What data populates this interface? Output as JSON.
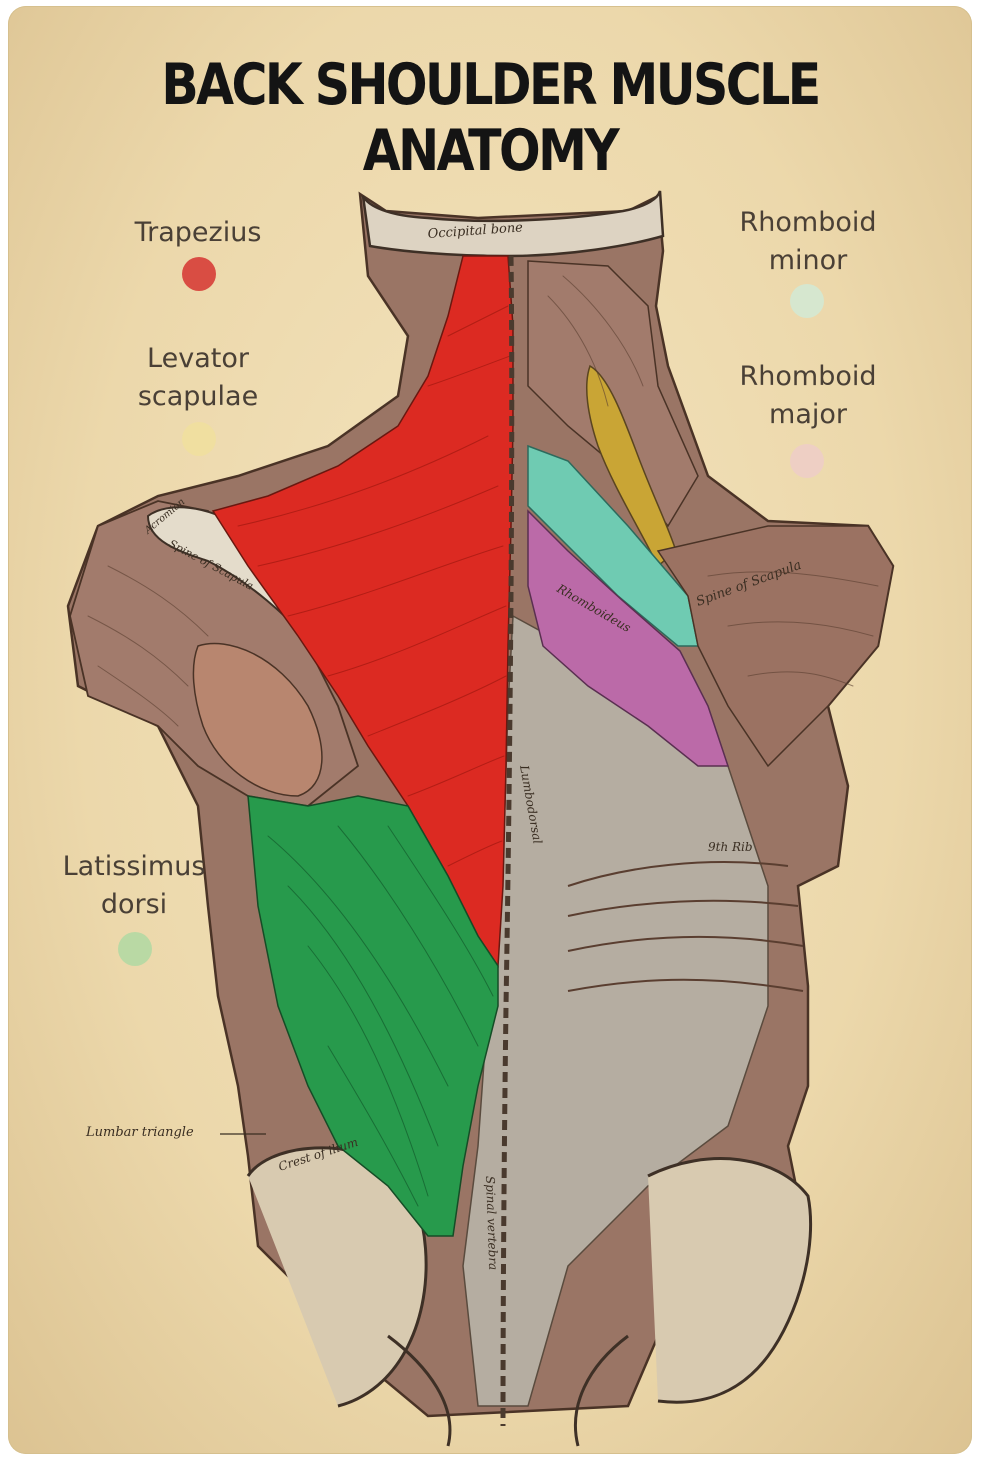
{
  "title": "BACK SHOULDER MUSCLE ANATOMY",
  "legend": [
    {
      "id": "trapezius",
      "text": "Trapezius",
      "color": "#d94d43"
    },
    {
      "id": "levator",
      "text": "Levator\nscapulae",
      "color": "#f0dfa0"
    },
    {
      "id": "latissimus",
      "text": "Latissimus\ndorsi",
      "color": "#b9d9a4"
    },
    {
      "id": "rhomboid-minor",
      "text": "Rhomboid\nminor",
      "color": "#d6e7cf"
    },
    {
      "id": "rhomboid-major",
      "text": "Rhomboid\nmajor",
      "color": "#eecfc4"
    }
  ],
  "diagram_labels": {
    "lumbar": "Lumbar triangle",
    "occipital": "Occipital bone",
    "spine_scapula": "Spine of Scapula",
    "acromion": "Acromion",
    "rhomboideus": "Rhomboideus",
    "lumbodorsal": "Lumbodorsal",
    "crest": "Crest of ilium",
    "spinal": "Spinal vertebra",
    "ribs": "9th Rib"
  },
  "colors": {
    "trapezius_fill": "#dc2a22",
    "latissimus_fill": "#279a4c",
    "levator_fill": "#c9a535",
    "rhomboid_minor_fill": "#6fcbb2",
    "rhomboid_major_fill": "#bb6aa8",
    "muscle_brown": "#8f6a5a",
    "tendon_grey": "#b9b2a6"
  }
}
